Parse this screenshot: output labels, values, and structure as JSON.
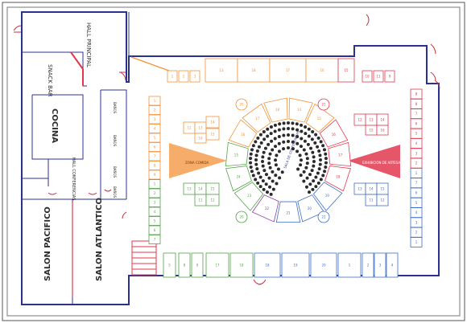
{
  "rooms": {
    "hall_principal": "HALL PRINCIPAL",
    "snack_bar": "SNACK BAR",
    "cocina": "COCINA",
    "hall_conferencias": "HALL CONFERENCIAS",
    "banos": [
      "BAÑOS",
      "BAÑOS",
      "BAÑOS",
      "BAÑOS"
    ],
    "salon_pacifico": "SALON PACIFICO",
    "salon_atlantico": "SALON ATLANTICO"
  },
  "areas": {
    "sala_conferencias": "SALA DE CONFERENCIAS",
    "zona_orange": "ZONA COMIDA",
    "zona_red": "EXHIBICION DE ARTESANIAS"
  },
  "colors": {
    "wall": "#2b3190",
    "orange": "#f39237",
    "red": "#e2384f",
    "green": "#53a447",
    "blue": "#3c6fc6",
    "purple": "#8e3fa1",
    "seat": "#2b2b2b"
  },
  "stands": {
    "top_orange": [
      "1",
      "2",
      "3",
      "13"
    ],
    "top_red_right": [
      "10",
      "11",
      "9"
    ],
    "top_mid": [
      "18",
      "17",
      "16",
      "15"
    ],
    "right_column": [
      "8",
      "8",
      "7",
      "6",
      "5",
      "4",
      "3",
      "2",
      "1",
      "7",
      "6",
      "5",
      "4",
      "3",
      "2",
      "1"
    ],
    "left_column": [
      "1",
      "2",
      "3",
      "4",
      "5",
      "6",
      "7",
      "8",
      "9",
      "1",
      "2",
      "3",
      "4",
      "5",
      "6",
      "7"
    ],
    "bottom_row": [
      "5",
      "8",
      "9",
      "17",
      "18",
      "18",
      "19",
      "20",
      "1",
      "2",
      "3",
      "4"
    ],
    "orange_block": [
      "12",
      "13",
      "14",
      "15",
      "16"
    ],
    "red_block": [
      "12",
      "13",
      "14",
      "15",
      "16"
    ],
    "green_block": [
      "13",
      "14",
      "15",
      "11",
      "12"
    ],
    "blue_block": [
      "13",
      "14",
      "15",
      "11",
      "12"
    ],
    "ring": [
      "14",
      "15",
      "16",
      "17",
      "18",
      "19",
      "20",
      "21",
      "22",
      "23",
      "24",
      "15",
      "16",
      "17",
      "18"
    ],
    "circles": [
      "20",
      "21",
      "20",
      "21"
    ]
  }
}
